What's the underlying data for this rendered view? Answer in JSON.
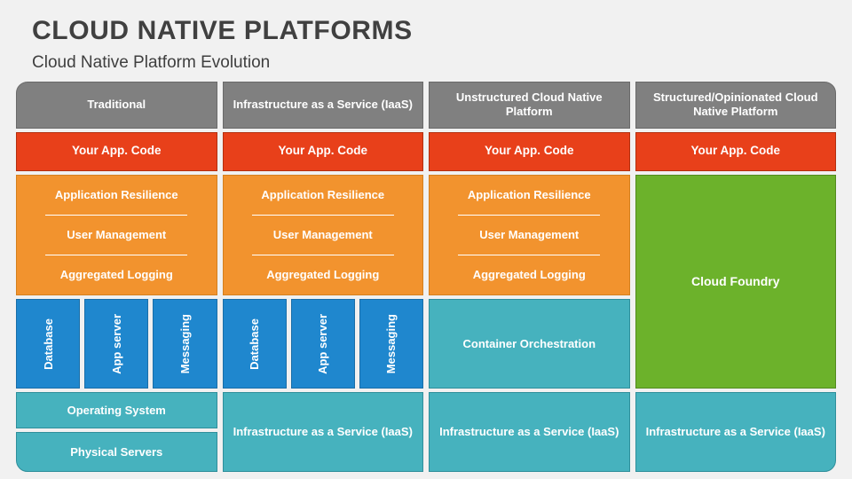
{
  "slide": {
    "title": "CLOUD NATIVE PLATFORMS",
    "subtitle": "Cloud Native Platform Evolution"
  },
  "colors": {
    "background": "#f1f1f1",
    "header_gray": "#808080",
    "app_code_red": "#e8401a",
    "platform_orange": "#f2932e",
    "service_blue": "#1f87ce",
    "infra_teal": "#46b2be",
    "cloud_foundry_green": "#6cb22b",
    "title_text": "#404040"
  },
  "columns": [
    {
      "header": "Traditional",
      "app_code": "Your App. Code",
      "platform_services": [
        "Application Resilience",
        "User Management",
        "Aggregated Logging"
      ],
      "runtime_services": [
        "Database",
        "App server",
        "Messaging"
      ],
      "operating_system": "Operating System",
      "physical_servers": "Physical Servers"
    },
    {
      "header": "Infrastructure as a Service (IaaS)",
      "app_code": "Your App. Code",
      "platform_services": [
        "Application Resilience",
        "User Management",
        "Aggregated Logging"
      ],
      "runtime_services": [
        "Database",
        "App server",
        "Messaging"
      ],
      "infrastructure": "Infrastructure as a Service (IaaS)"
    },
    {
      "header": "Unstructured Cloud Native Platform",
      "app_code": "Your App. Code",
      "platform_services": [
        "Application Resilience",
        "User Management",
        "Aggregated Logging"
      ],
      "container_orchestration": "Container Orchestration",
      "infrastructure": "Infrastructure as a Service (IaaS)"
    },
    {
      "header": "Structured/Opinionated Cloud Native Platform",
      "app_code": "Your App. Code",
      "cloud_foundry": "Cloud Foundry",
      "infrastructure": "Infrastructure as a Service (IaaS)"
    }
  ]
}
